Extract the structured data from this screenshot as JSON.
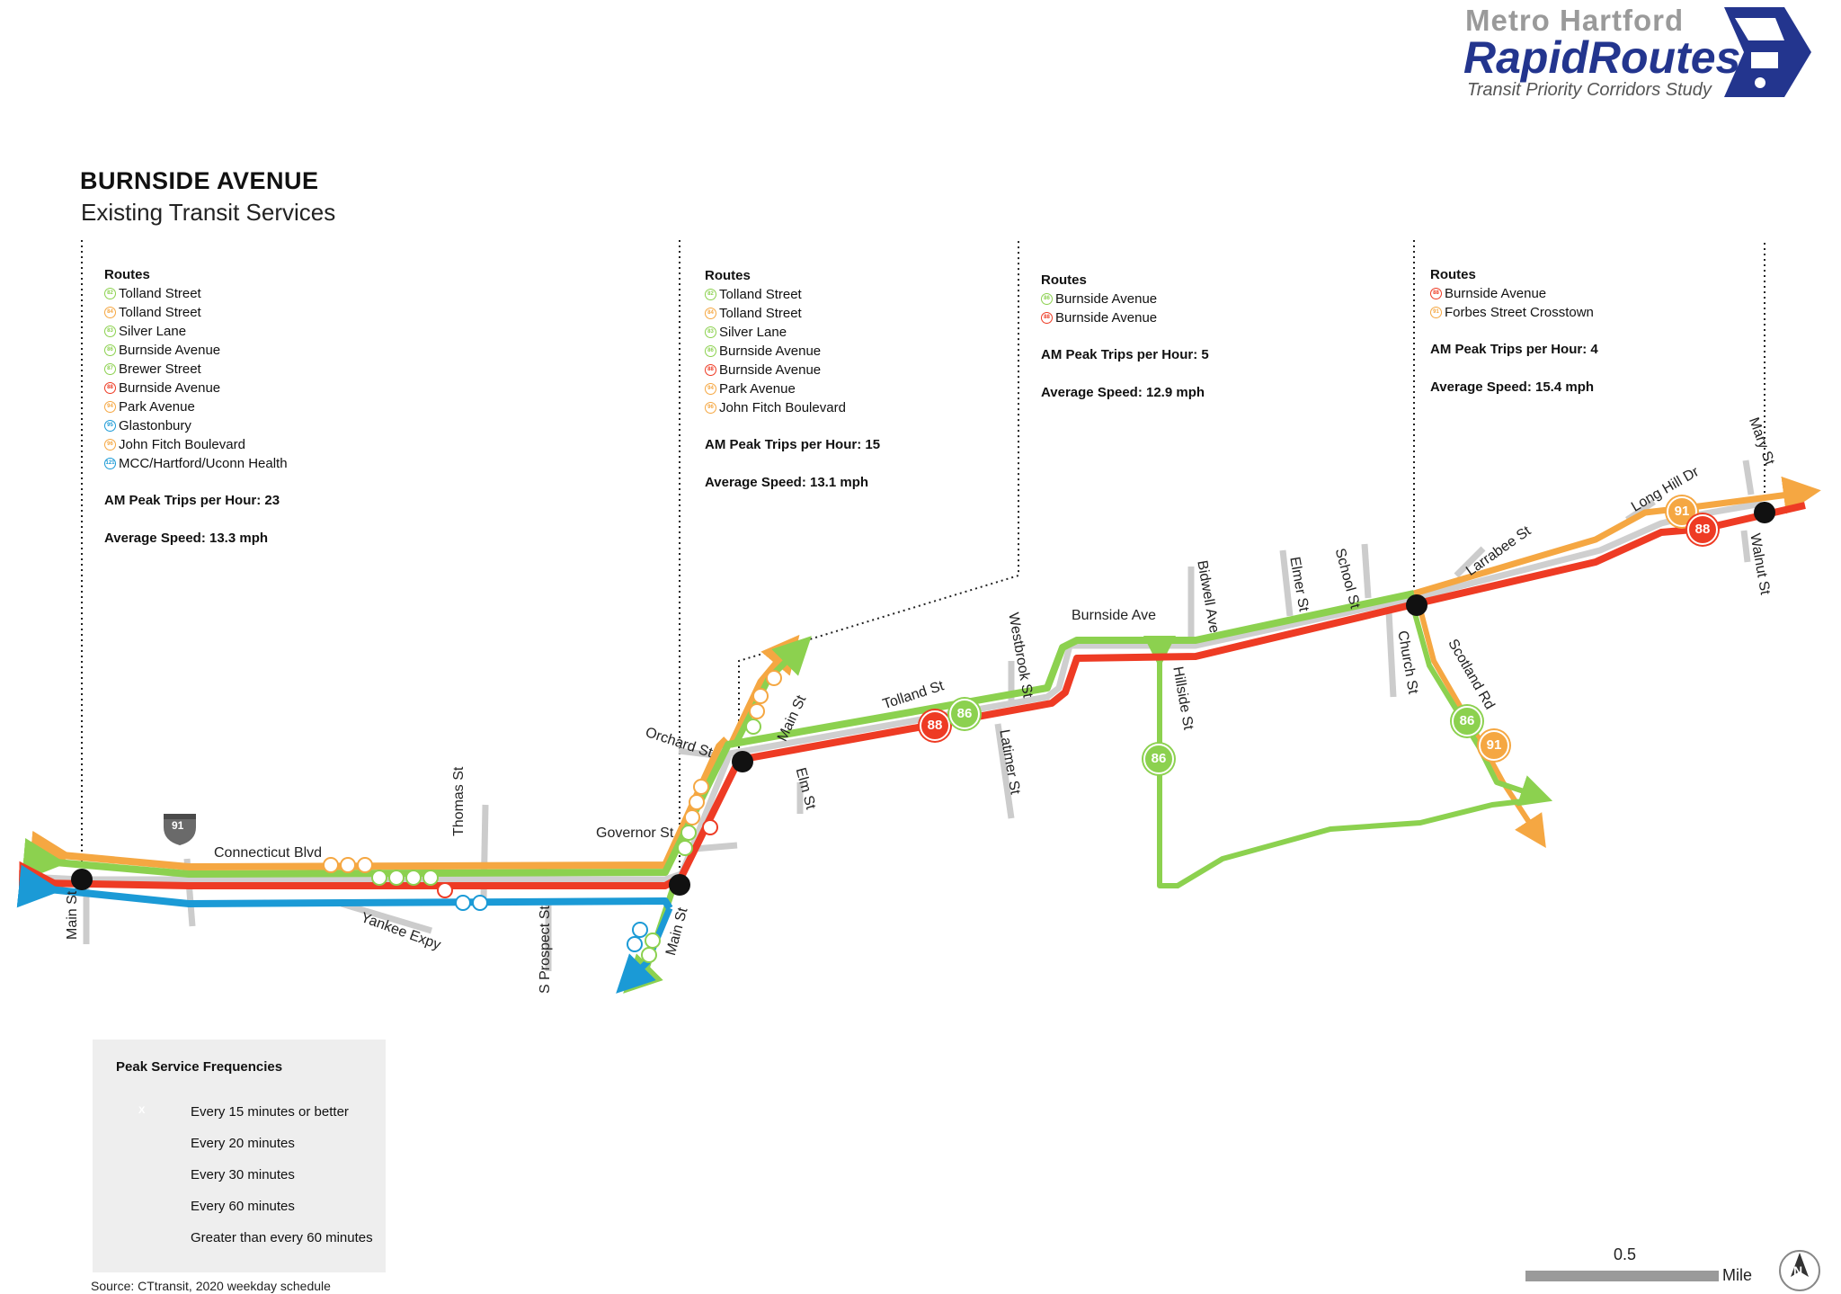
{
  "logo": {
    "line1": "Metro Hartford",
    "line2": "RapidRoutes",
    "line3": "Transit Priority Corridors Study",
    "color_primary": "#23358e",
    "color_secondary": "#9a9a9a"
  },
  "header": {
    "title": "BURNSIDE AVENUE",
    "subtitle": "Existing Transit Services"
  },
  "colors": {
    "every15": "#ee3b24",
    "every20": "#1b9ad6",
    "every30": "#8cd14f",
    "every60": "#f5a742",
    "greater60": "#cfcfcf",
    "street": "#cccccc"
  },
  "segments": [
    {
      "routes_heading": "Routes",
      "routes": [
        {
          "num": "82",
          "name": "Tolland Street",
          "color": "#8cd14f"
        },
        {
          "num": "84",
          "name": "Tolland Street",
          "color": "#f5a742"
        },
        {
          "num": "83",
          "name": "Silver Lane",
          "color": "#8cd14f"
        },
        {
          "num": "86",
          "name": "Burnside Avenue",
          "color": "#8cd14f"
        },
        {
          "num": "87",
          "name": "Brewer Street",
          "color": "#8cd14f"
        },
        {
          "num": "88",
          "name": "Burnside Avenue",
          "color": "#ee3b24"
        },
        {
          "num": "94",
          "name": "Park Avenue",
          "color": "#f5a742"
        },
        {
          "num": "95",
          "name": "Glastonbury",
          "color": "#1b9ad6"
        },
        {
          "num": "96",
          "name": "John Fitch Boulevard",
          "color": "#f5a742"
        },
        {
          "num": "121",
          "name": "MCC/Hartford/Uconn Health",
          "color": "#1b9ad6"
        }
      ],
      "trips": "AM Peak Trips per Hour: 23",
      "speed": "Average Speed: 13.3 mph"
    },
    {
      "routes_heading": "Routes",
      "routes": [
        {
          "num": "82",
          "name": "Tolland Street",
          "color": "#8cd14f"
        },
        {
          "num": "84",
          "name": "Tolland Street",
          "color": "#f5a742"
        },
        {
          "num": "83",
          "name": "Silver Lane",
          "color": "#8cd14f"
        },
        {
          "num": "86",
          "name": "Burnside Avenue",
          "color": "#8cd14f"
        },
        {
          "num": "88",
          "name": "Burnside Avenue",
          "color": "#ee3b24"
        },
        {
          "num": "94",
          "name": "Park Avenue",
          "color": "#f5a742"
        },
        {
          "num": "96",
          "name": "John Fitch Boulevard",
          "color": "#f5a742"
        }
      ],
      "trips": "AM Peak Trips per Hour: 15",
      "speed": "Average Speed: 13.1 mph"
    },
    {
      "routes_heading": "Routes",
      "routes": [
        {
          "num": "86",
          "name": "Burnside Avenue",
          "color": "#8cd14f"
        },
        {
          "num": "88",
          "name": "Burnside Avenue",
          "color": "#ee3b24"
        }
      ],
      "trips": "AM Peak Trips per Hour: 5",
      "speed": "Average Speed: 12.9 mph"
    },
    {
      "routes_heading": "Routes",
      "routes": [
        {
          "num": "88",
          "name": "Burnside Avenue",
          "color": "#ee3b24"
        },
        {
          "num": "91",
          "name": "Forbes Street Crosstown",
          "color": "#f5a742"
        }
      ],
      "trips": "AM Peak Trips per Hour: 4",
      "speed": "Average Speed: 15.4 mph"
    }
  ],
  "streets": {
    "connecticut_blvd": "Connecticut Blvd",
    "thomas_st": "Thomas St",
    "governor_st": "Governor St",
    "orchard_st": "Orchard St",
    "main_st_left": "Main St",
    "main_st_mid": "Main St",
    "main_st_north": "Main St",
    "yankee_expy": "Yankee Expy",
    "s_prospect_st": "S Prospect St",
    "elm_st": "Elm St",
    "tolland_st": "Tolland St",
    "westbrook_st": "Westbrook St",
    "latimer_st": "Latimer St",
    "burnside_ave": "Burnside Ave",
    "hillside_st": "Hillside St",
    "bidwell_ave": "Bidwell Ave",
    "elmer_st": "Elmer St",
    "school_st": "School St",
    "church_st": "Church St",
    "scotland_rd": "Scotland Rd",
    "larrabee_st": "Larrabee St",
    "long_hill_dr": "Long Hill Dr",
    "mary_st": "Mary St",
    "walnut_st": "Walnut St",
    "interstate": "91"
  },
  "route_badges": {
    "r86_a": "86",
    "r88_a": "88",
    "r86_b": "86",
    "r86_c": "86",
    "r91_a": "91",
    "r91_b": "91",
    "r88_b": "88"
  },
  "legend": {
    "title": "Peak Service Frequencies",
    "badge_char": "X",
    "items": [
      {
        "label": "Every 15 minutes or better",
        "color": "#ee3b24"
      },
      {
        "label": "Every 20 minutes",
        "color": "#1b9ad6"
      },
      {
        "label": "Every 30 minutes",
        "color": "#8cd14f"
      },
      {
        "label": "Every 60 minutes",
        "color": "#f5a742"
      },
      {
        "label": "Greater than every 60 minutes",
        "color": "#cfcfcf"
      }
    ]
  },
  "scale": {
    "value": "0.5",
    "unit": "Mile"
  },
  "north_arrow": "N",
  "source": "Source: CTtransit, 2020 weekday schedule"
}
